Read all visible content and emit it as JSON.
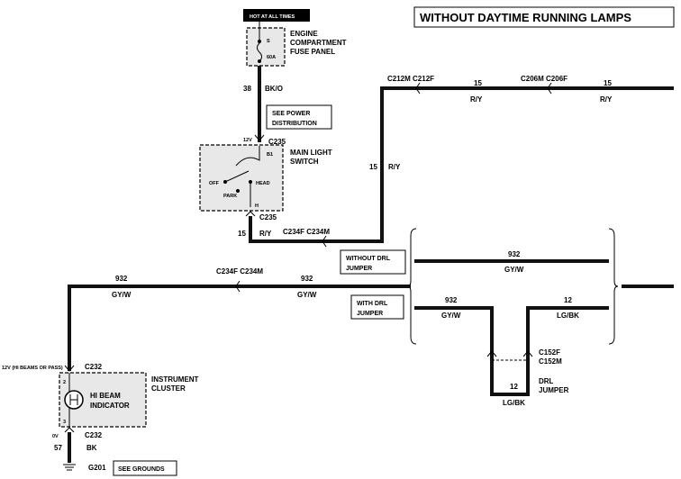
{
  "title": "WITHOUT DAYTIME RUNNING LAMPS",
  "hot_label": "HOT AT ALL TIMES",
  "fuse_panel": {
    "label_line1": "ENGINE",
    "label_line2": "COMPARTMENT",
    "label_line3": "FUSE PANEL",
    "fuse_letter": "S",
    "fuse_rating": "60A"
  },
  "wire_38": {
    "circuit": "38",
    "color": "BK/O"
  },
  "power_dist": {
    "line1": "SEE POWER",
    "line2": "DISTRIBUTION"
  },
  "c235_top": {
    "voltage": "12V",
    "connector": "C235"
  },
  "switch": {
    "label_line1": "MAIN LIGHT",
    "label_line2": "SWITCH",
    "b1": "B1",
    "off": "OFF",
    "park": "PARK",
    "head": "HEAD",
    "h": "H"
  },
  "c235_bottom": {
    "connector": "C235"
  },
  "wire_15_left": {
    "circuit": "15",
    "color": "R/Y"
  },
  "c234_top": {
    "label": "C234F C234M"
  },
  "wire_15_vert": {
    "circuit": "15",
    "color": "R/Y"
  },
  "c212": {
    "label": "C212M C212F"
  },
  "top_wire_15a": {
    "circuit": "15",
    "color": "R/Y"
  },
  "c206": {
    "label": "C206M C206F"
  },
  "top_wire_15b": {
    "circuit": "15",
    "color": "R/Y"
  },
  "without_drl": {
    "line1": "WITHOUT DRL",
    "line2": "JUMPER"
  },
  "with_drl": {
    "line1": "WITH DRL",
    "line2": "JUMPER"
  },
  "wire_932_left": {
    "circuit": "932",
    "color": "GY/W"
  },
  "c234_mid": {
    "label": "C234F C234M"
  },
  "wire_932_mid": {
    "circuit": "932",
    "color": "GY/W"
  },
  "bracket_wire_932_top": {
    "circuit": "932",
    "color": "GY/W"
  },
  "bracket_wire_932_low": {
    "circuit": "932",
    "color": "GY/W"
  },
  "bracket_wire_12_top": {
    "circuit": "12",
    "color": "LG/BK"
  },
  "c152": {
    "line1": "C152F",
    "line2": "C152M"
  },
  "drl_jumper": {
    "line1": "DRL",
    "line2": "JUMPER"
  },
  "bottom_12": {
    "circuit": "12",
    "color": "LG/BK"
  },
  "c232_top": {
    "voltage": "12V (HI BEAMS OR PASS)",
    "connector": "C232"
  },
  "cluster": {
    "label_line1": "INSTRUMENT",
    "label_line2": "CLUSTER",
    "pin_top": "2",
    "pin_bottom": "3",
    "indicator_line1": "HI BEAM",
    "indicator_line2": "INDICATOR"
  },
  "c232_bottom": {
    "voltage": "0V",
    "connector": "C232"
  },
  "wire_57": {
    "circuit": "57",
    "color": "BK"
  },
  "ground": {
    "id": "G201",
    "see": "SEE GROUNDS"
  }
}
